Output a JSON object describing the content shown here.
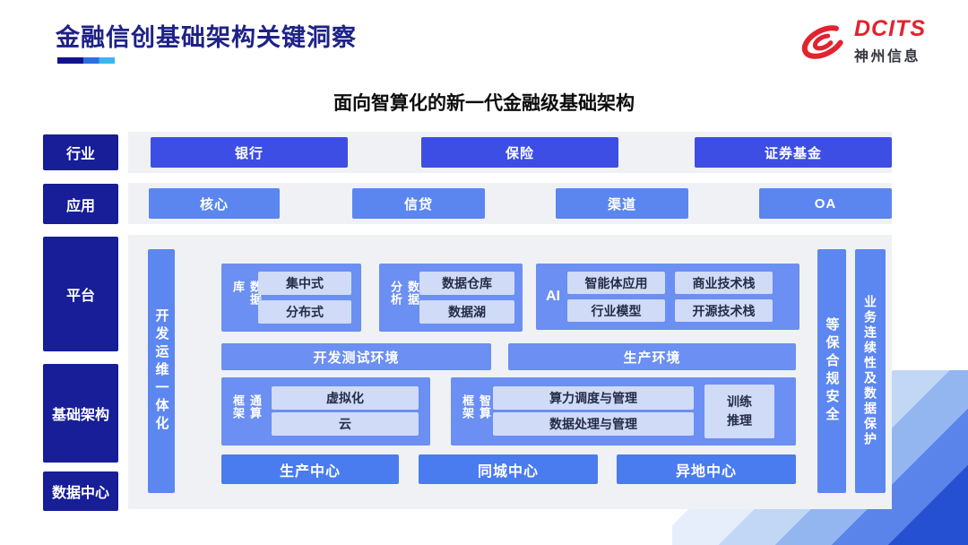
{
  "palette": {
    "title_navy": "#1e2287",
    "brand_red": "#e2232e",
    "sidebar_navy": "#171e98",
    "industry_blue": "#3d4ee4",
    "app_blue": "#5b86f0",
    "group_blue": "#6b8ff2",
    "pillar_blue": "#5d87f0",
    "center_blue": "#4a7cf0",
    "item_light_blue": "#cfdbf7",
    "row_bg": "#f0f1f4"
  },
  "header": {
    "title": "金融信创基础架构关键洞察",
    "logo_brand": "DCITS",
    "logo_company": "神州信息"
  },
  "diagram": {
    "title": "面向智算化的新一代金融级基础架构",
    "side_labels": [
      "行业",
      "应用",
      "平台",
      "基础架构",
      "数据中心"
    ],
    "industry_row": [
      "银行",
      "保险",
      "证券基金"
    ],
    "application_row": [
      "核心",
      "信贷",
      "渠道",
      "OA"
    ],
    "devops_bar": "开发运维一体化",
    "database_group": {
      "label": "数据库",
      "items": [
        "集中式",
        "分布式"
      ]
    },
    "analytics_group": {
      "label": "数据分析",
      "items": [
        "数据仓库",
        "数据湖"
      ]
    },
    "ai_group": {
      "label": "AI",
      "items": [
        "智能体应用",
        "商业技术栈",
        "行业模型",
        "开源技术栈"
      ]
    },
    "env_bars": [
      "开发测试环境",
      "生产环境"
    ],
    "general_compute_group": {
      "label": "通算框架",
      "items": [
        "虚拟化",
        "云"
      ]
    },
    "intelligent_compute_group": {
      "label": "智算框架",
      "items": [
        "算力调度与管理",
        "数据处理与管理"
      ],
      "side_item": "训练推理"
    },
    "centers": [
      "生产中心",
      "同城中心",
      "异地中心"
    ],
    "security_bar": "等保合规安全",
    "continuity_bar": "业务连续性及数据保护"
  }
}
